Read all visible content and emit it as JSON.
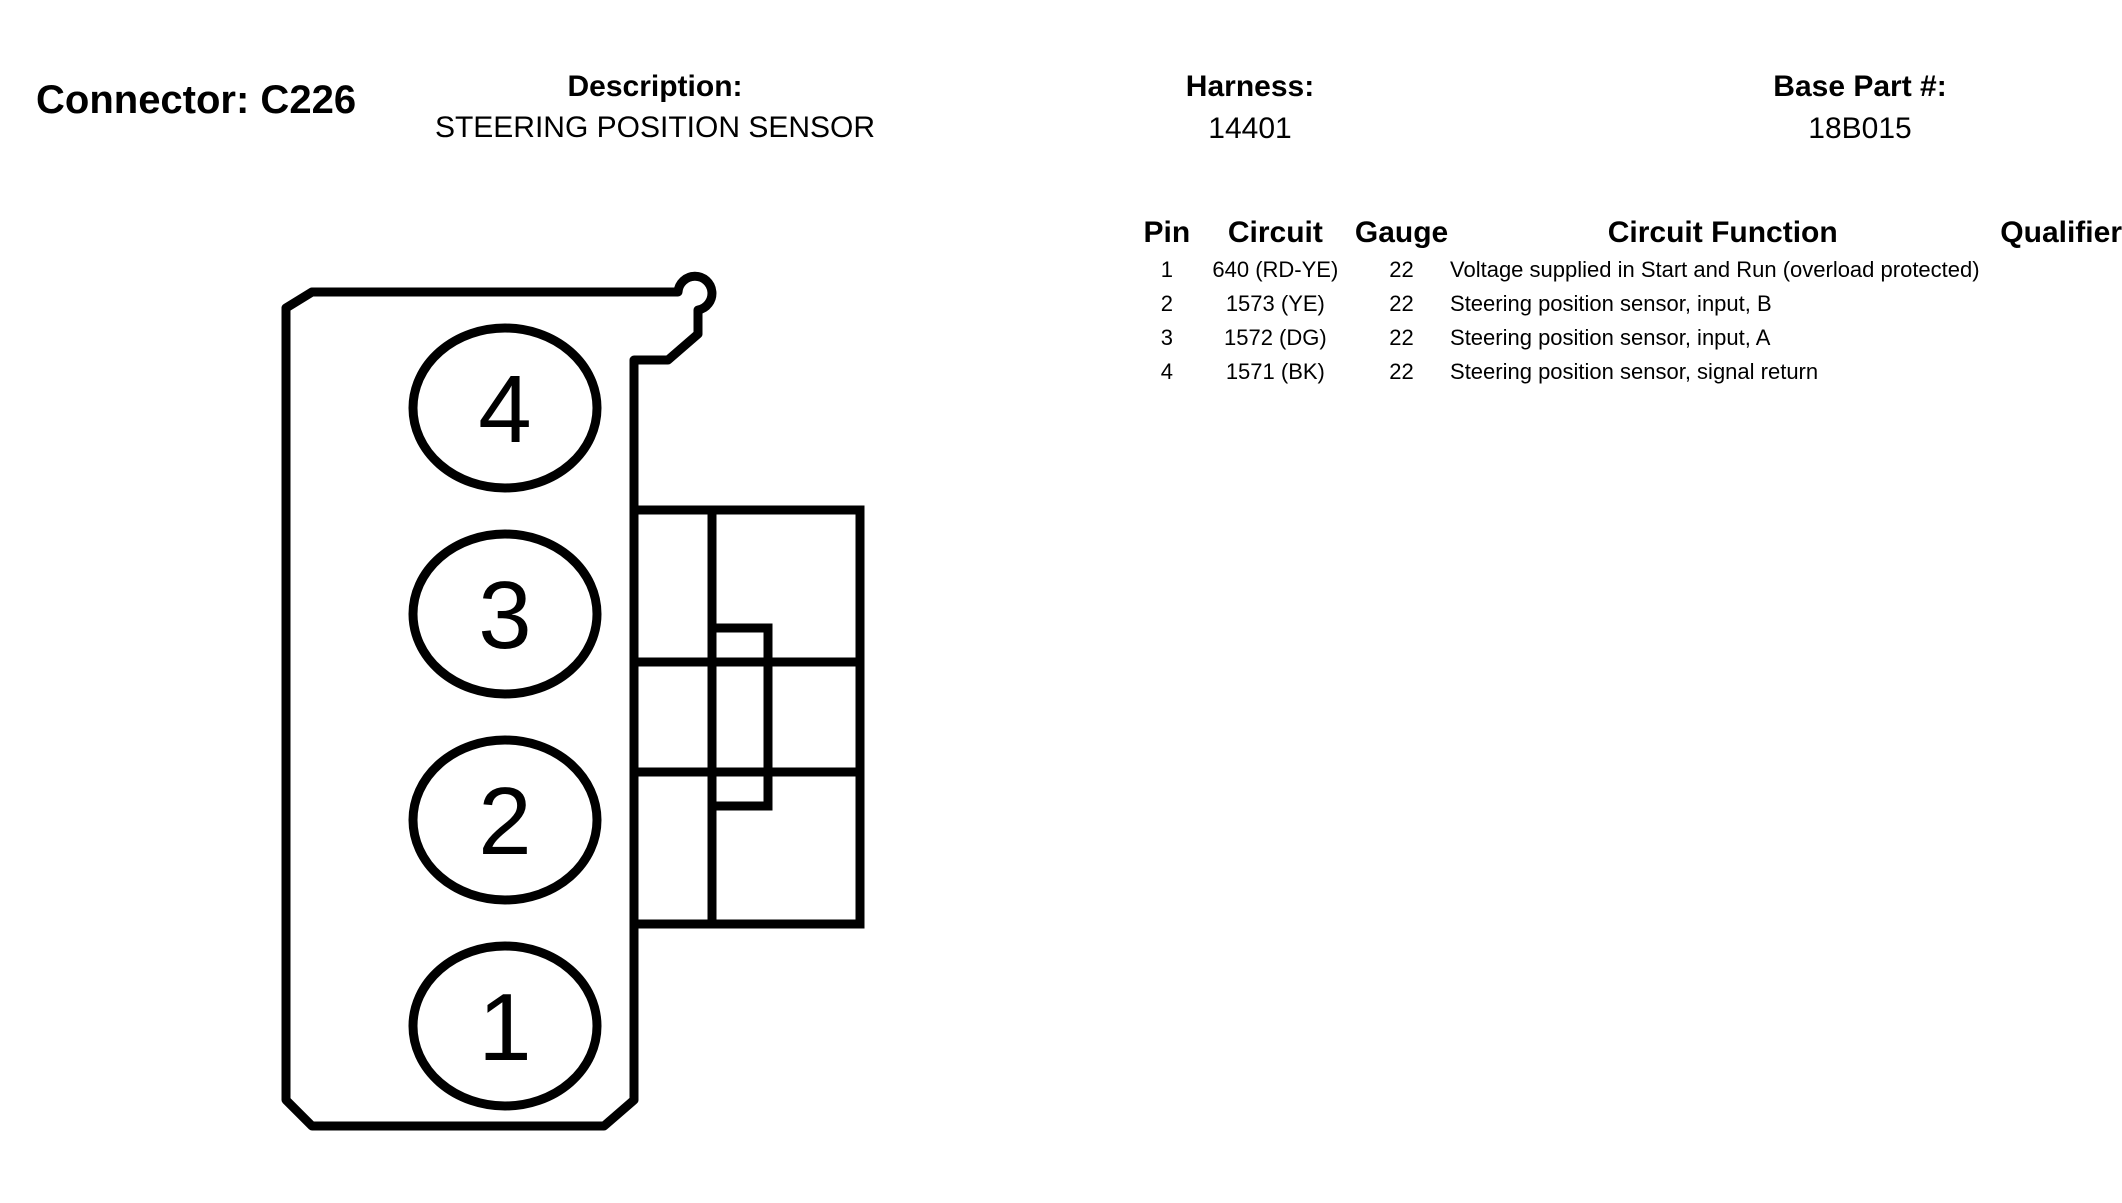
{
  "connector": {
    "title": "Connector: C226",
    "description_label": "Description:",
    "description": "STEERING POSITION SENSOR",
    "harness_label": "Harness:",
    "harness": "14401",
    "base_part_label": "Base Part #:",
    "base_part": "18B015"
  },
  "table": {
    "headers": {
      "pin": "Pin",
      "circuit": "Circuit",
      "gauge": "Gauge",
      "function": "Circuit Function",
      "qualifier": "Qualifier"
    },
    "rows": [
      {
        "pin": "1",
        "circuit": "640 (RD-YE)",
        "gauge": "22",
        "function": "Voltage supplied in Start and Run (overload protected)",
        "qualifier": ""
      },
      {
        "pin": "2",
        "circuit": "1573 (YE)",
        "gauge": "22",
        "function": "Steering position sensor, input, B",
        "qualifier": ""
      },
      {
        "pin": "3",
        "circuit": "1572 (DG)",
        "gauge": "22",
        "function": "Steering position sensor, input, A",
        "qualifier": ""
      },
      {
        "pin": "4",
        "circuit": "1571 (BK)",
        "gauge": "22",
        "function": "Steering position sensor, signal return",
        "qualifier": ""
      }
    ]
  },
  "diagram": {
    "pins": [
      "4",
      "3",
      "2",
      "1"
    ],
    "line_color": "#000000"
  }
}
